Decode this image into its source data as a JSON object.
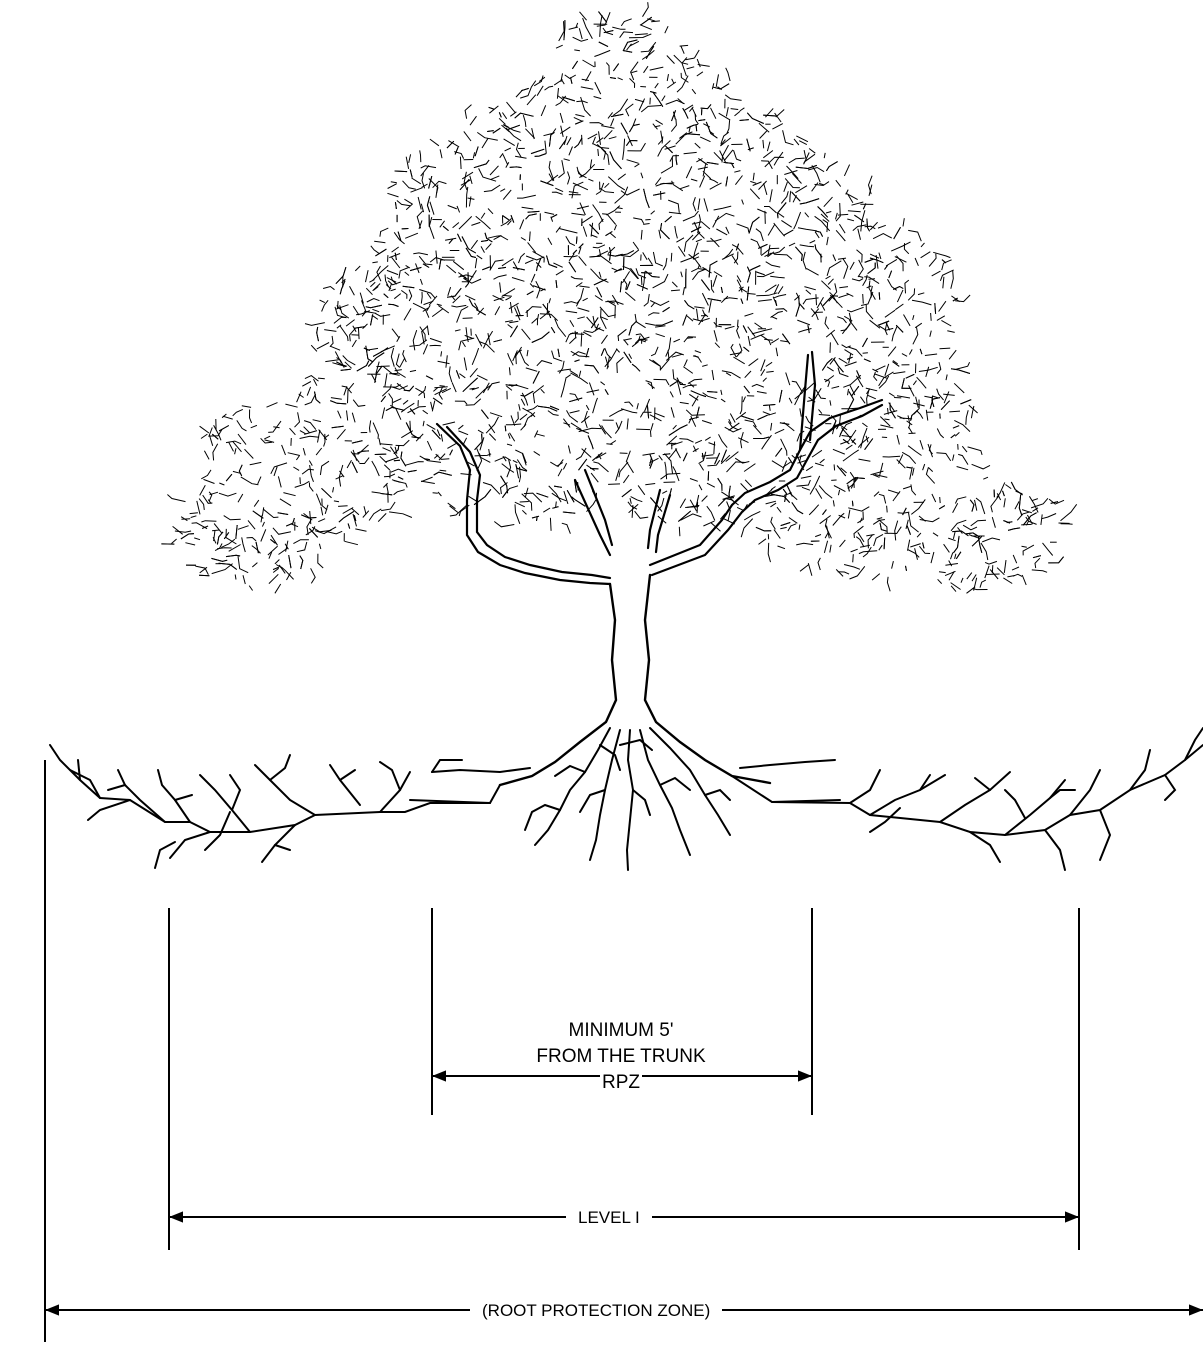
{
  "diagram": {
    "dimension_inner": {
      "line1": "MINIMUM 5'",
      "line2": "FROM THE TRUNK",
      "line3": "RPZ"
    },
    "dimension_level": {
      "label": "LEVEL I"
    },
    "dimension_outer": {
      "label": "(ROOT PROTECTION ZONE)"
    },
    "colors": {
      "ink": "#000000",
      "paper": "#ffffff"
    }
  }
}
